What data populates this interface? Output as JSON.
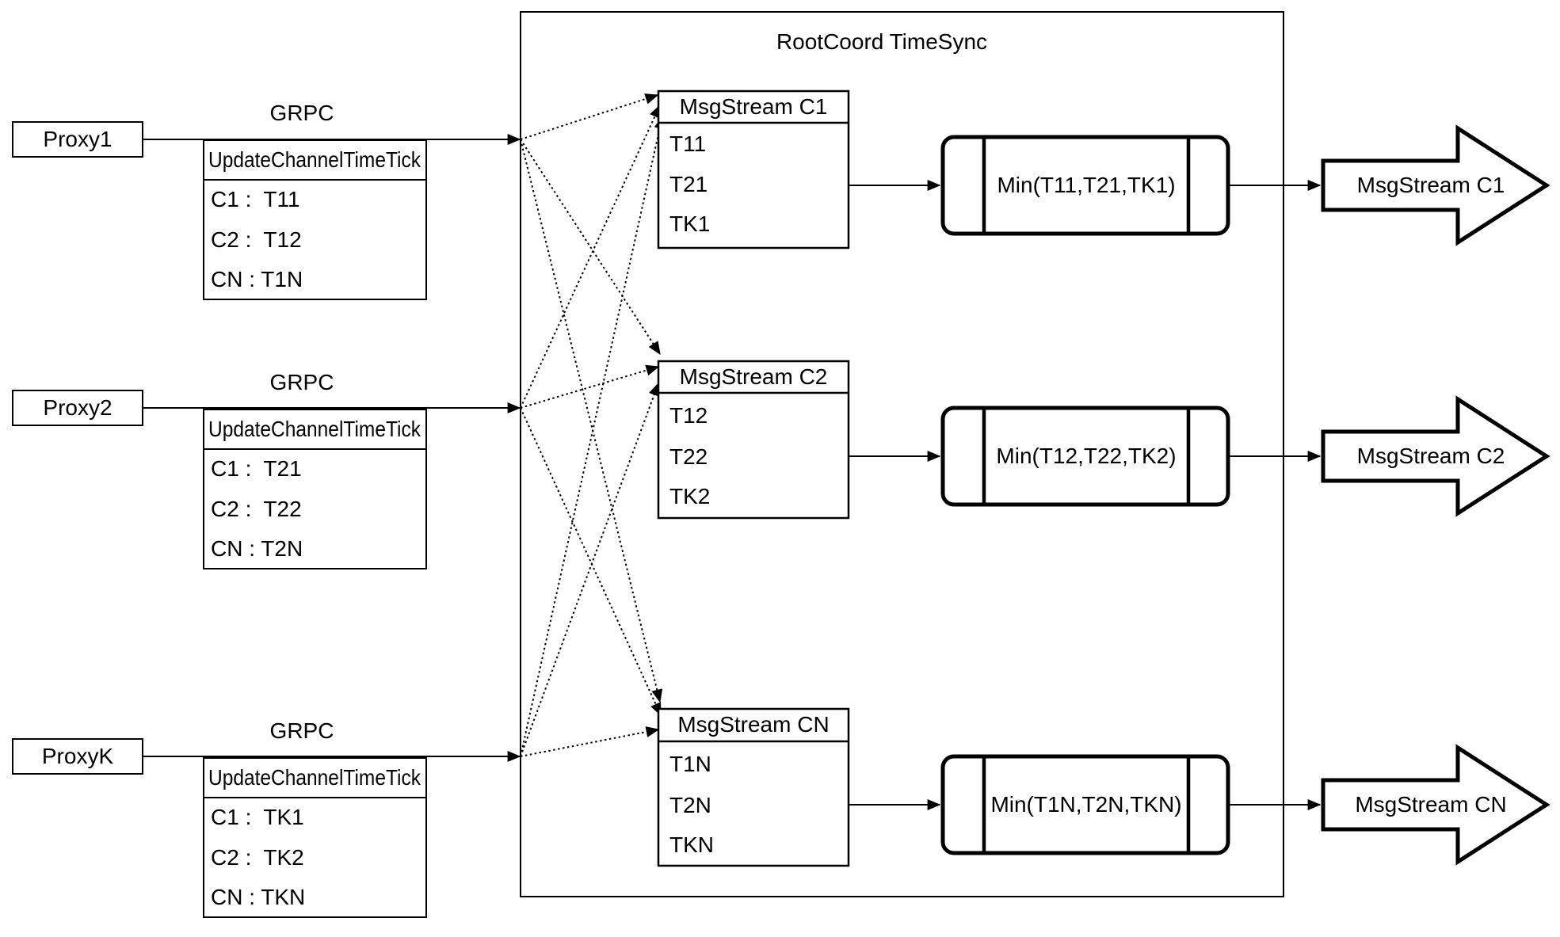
{
  "diagram_title": "RootCoord TimeSync",
  "colors": {
    "ink": "#000000",
    "paper": "#ffffff"
  },
  "proxies": [
    {
      "label": "Proxy1",
      "protocol": "GRPC",
      "message": {
        "header": "UpdateChannelTimeTick",
        "rows": [
          "C1 :  T11",
          "C2 :  T12",
          "CN : T1N"
        ]
      }
    },
    {
      "label": "Proxy2",
      "protocol": "GRPC",
      "message": {
        "header": "UpdateChannelTimeTick",
        "rows": [
          "C1 :  T21",
          "C2 :  T22",
          "CN : T2N"
        ]
      }
    },
    {
      "label": "ProxyK",
      "protocol": "GRPC",
      "message": {
        "header": "UpdateChannelTimeTick",
        "rows": [
          "C1 :  TK1",
          "C2 :  TK2",
          "CN : TKN"
        ]
      }
    }
  ],
  "streams": [
    {
      "title": "MsgStream C1",
      "ticks": [
        "T11",
        "T21",
        "TK1"
      ],
      "min_label": "Min(T11,T21,TK1)",
      "output_label": "MsgStream C1"
    },
    {
      "title": "MsgStream C2",
      "ticks": [
        "T12",
        "T22",
        "TK2"
      ],
      "min_label": "Min(T12,T22,TK2)",
      "output_label": "MsgStream C2"
    },
    {
      "title": "MsgStream CN",
      "ticks": [
        "T1N",
        "T2N",
        "TKN"
      ],
      "min_label": "Min(T1N,T2N,TKN)",
      "output_label": "MsgStream CN"
    }
  ]
}
